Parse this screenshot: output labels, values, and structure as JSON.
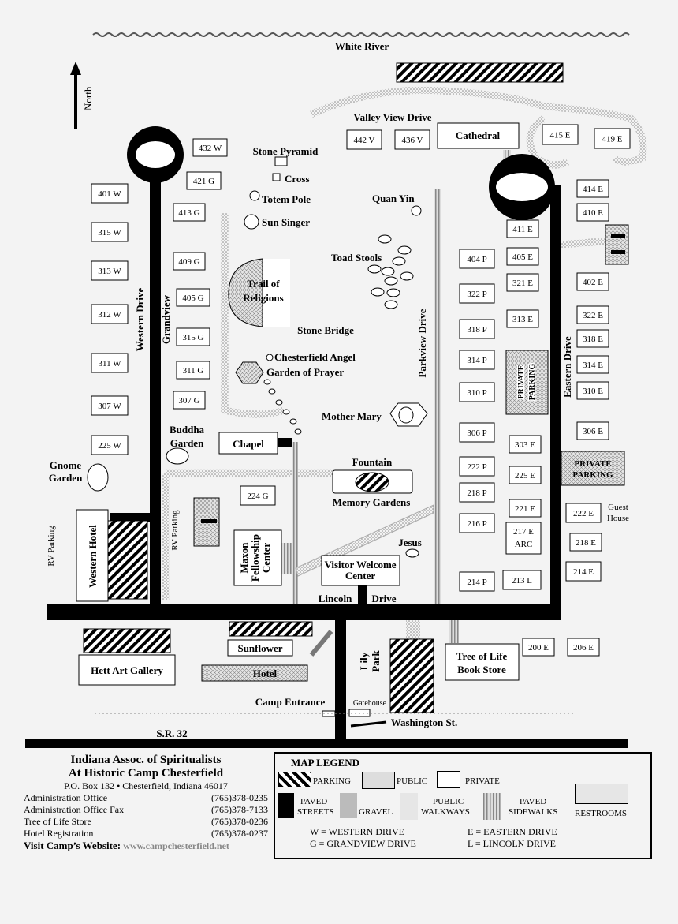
{
  "river": "White River",
  "north": "North",
  "roads": {
    "valley_view": "Valley View Drive",
    "western": "Western Drive",
    "grandview": "Grandview",
    "parkview": "Parkview Drive",
    "eastern": "Eastern Drive",
    "lincoln": "Lincoln",
    "drive": "Drive",
    "sr32": "S.R. 32",
    "washington": "Washington St."
  },
  "places": {
    "cathedral": "Cathedral",
    "stone_pyramid": "Stone Pyramid",
    "cross": "Cross",
    "totem_pole": "Totem Pole",
    "sun_singer": "Sun Singer",
    "quan_yin": "Quan Yin",
    "toad_stools": "Toad Stools",
    "trail1": "Trail of",
    "trail2": "Religions",
    "stone_bridge": "Stone Bridge",
    "chesterfield_angel": "Chesterfield Angel",
    "garden_prayer": "Garden of Prayer",
    "mother_mary": "Mother Mary",
    "buddha1": "Buddha",
    "buddha2": "Garden",
    "chapel": "Chapel",
    "gnome1": "Gnome",
    "gnome2": "Garden",
    "fountain": "Fountain",
    "memory": "Memory Gardens",
    "jesus": "Jesus",
    "visitor1": "Visitor Welcome",
    "visitor2": "Center",
    "maxon1": "Maxon",
    "maxon2": "Fellowship",
    "maxon3": "Center",
    "western_hotel": "Western Hotel",
    "rv_parking": "RV Parking",
    "hett": "Hett Art Gallery",
    "sunflower": "Sunflower",
    "hotel": "Hotel",
    "lily": "Lily",
    "park": "Park",
    "tol1": "Tree of Life",
    "tol2": "Book Store",
    "camp_entrance": "Camp Entrance",
    "gatehouse": "Gatehouse",
    "private": "PRIVATE",
    "parking": "PARKING",
    "guest": "Guest",
    "house": "House"
  },
  "lots": [
    "432 W",
    "421 G",
    "401 W",
    "413 G",
    "315 W",
    "313 W",
    "409 G",
    "405 G",
    "312 W",
    "315 G",
    "311 W",
    "311 G",
    "307 W",
    "307 G",
    "225 W",
    "224 G",
    "442 V",
    "436 V",
    "415 E",
    "419 E",
    "414 E",
    "410 E",
    "411 E",
    "404 P",
    "405 E",
    "321 E",
    "402 E",
    "322 P",
    "313 E",
    "322 E",
    "318 P",
    "318 E",
    "314 P",
    "314 E",
    "310 P",
    "310 E",
    "306 P",
    "303 E",
    "306 E",
    "222 P",
    "225 E",
    "218 P",
    "221 E",
    "222 E",
    "216 P",
    "217 E",
    "ARC",
    "218 E",
    "214 E",
    "214 P",
    "213 L",
    "200 E",
    "206 E"
  ],
  "footer": {
    "org1": "Indiana Assoc. of Spiritualists",
    "org2": "At Historic Camp Chesterfield",
    "address": "P.O. Box 132 • Chesterfield, Indiana  46017",
    "contacts": [
      {
        "label": "Administration Office",
        "phone": "(765)378-0235"
      },
      {
        "label": "Administration Office Fax",
        "phone": "(765)378-7133"
      },
      {
        "label": "Tree of Life Store",
        "phone": "(765)378-0236"
      },
      {
        "label": "Hotel Registration",
        "phone": "(765)378-0237"
      }
    ],
    "website_label": "Visit Camp’s Website:",
    "website": "www.campchesterfield.net"
  },
  "legend": {
    "title": "MAP LEGEND",
    "parking": "PARKING",
    "public": "PUBLIC",
    "private": "PRIVATE",
    "paved1": "PAVED",
    "streets": "STREETS",
    "gravel": "GRAVEL",
    "public_w1": "PUBLIC",
    "walkways": "WALKWAYS",
    "paved2": "PAVED",
    "sidewalks": "SIDEWALKS",
    "restrooms": "RESTROOMS",
    "w": "W = WESTERN DRIVE",
    "g": "G = GRANDVIEW DRIVE",
    "e": "E = EASTERN DRIVE",
    "l": "L = LINCOLN DRIVE"
  },
  "colors": {
    "road": "#000000",
    "gravel": "#cfcfcf",
    "background": "#f3f3f3"
  }
}
